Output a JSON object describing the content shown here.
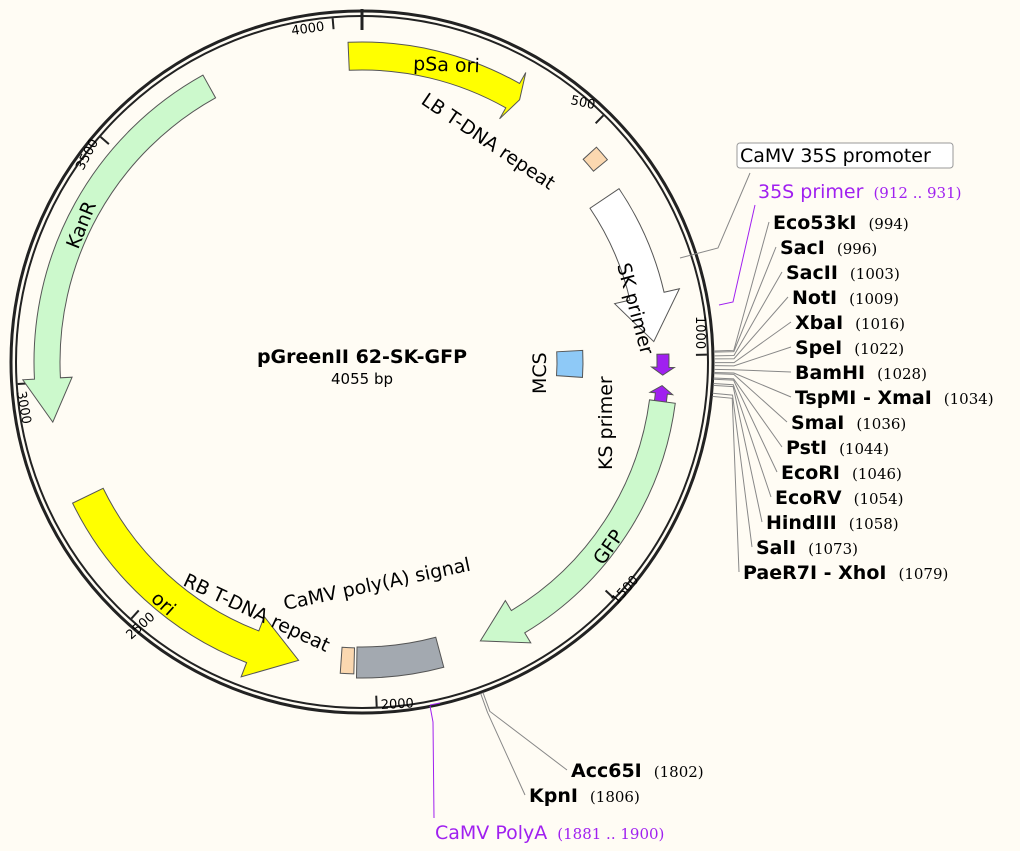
{
  "plasmid": {
    "name": "pGreenII 62-SK-GFP",
    "length_label": "4055 bp",
    "length": 4055
  },
  "ticks": [
    "500",
    "1000",
    "1500",
    "2000",
    "2500",
    "3000",
    "3500",
    "4000"
  ],
  "features": {
    "psa_ori": "pSa ori",
    "lb": "LB T-DNA repeat",
    "promoter": "CaMV 35S promoter",
    "sk": "SK primer",
    "ks": "KS primer",
    "mcs": "MCS",
    "gfp": "GFP",
    "polya_signal": "CaMV poly(A) signal",
    "rb": "RB T-DNA repeat",
    "ori": "ori",
    "kanr": "KanR"
  },
  "primers": [
    {
      "name": "35S primer",
      "range": "(912 .. 931)"
    },
    {
      "name": "CaMV PolyA",
      "range": "(1881 .. 1900)"
    }
  ],
  "enzymes": [
    {
      "name": "Eco53kI",
      "pos": "(994)"
    },
    {
      "name": "SacI",
      "pos": "(996)"
    },
    {
      "name": "SacII",
      "pos": "(1003)"
    },
    {
      "name": "NotI",
      "pos": "(1009)"
    },
    {
      "name": "XbaI",
      "pos": "(1016)"
    },
    {
      "name": "SpeI",
      "pos": "(1022)"
    },
    {
      "name": "BamHI",
      "pos": "(1028)"
    },
    {
      "name": "TspMI - XmaI",
      "pos": "(1034)"
    },
    {
      "name": "SmaI",
      "pos": "(1036)"
    },
    {
      "name": "PstI",
      "pos": "(1044)"
    },
    {
      "name": "EcoRI",
      "pos": "(1046)"
    },
    {
      "name": "EcoRV",
      "pos": "(1054)"
    },
    {
      "name": "HindIII",
      "pos": "(1058)"
    },
    {
      "name": "SalI",
      "pos": "(1073)"
    },
    {
      "name": "PaeR7I - XhoI",
      "pos": "(1079)"
    },
    {
      "name": "Acc65I",
      "pos": "(1802)"
    },
    {
      "name": "KpnI",
      "pos": "(1806)"
    }
  ],
  "colors": {
    "yellow": "#ffff00",
    "green": "#ccf9cc",
    "peach": "#fbd8b0",
    "gray": "#a3a9b0",
    "blue": "#8ec9f7",
    "purple": "#a020f0"
  }
}
